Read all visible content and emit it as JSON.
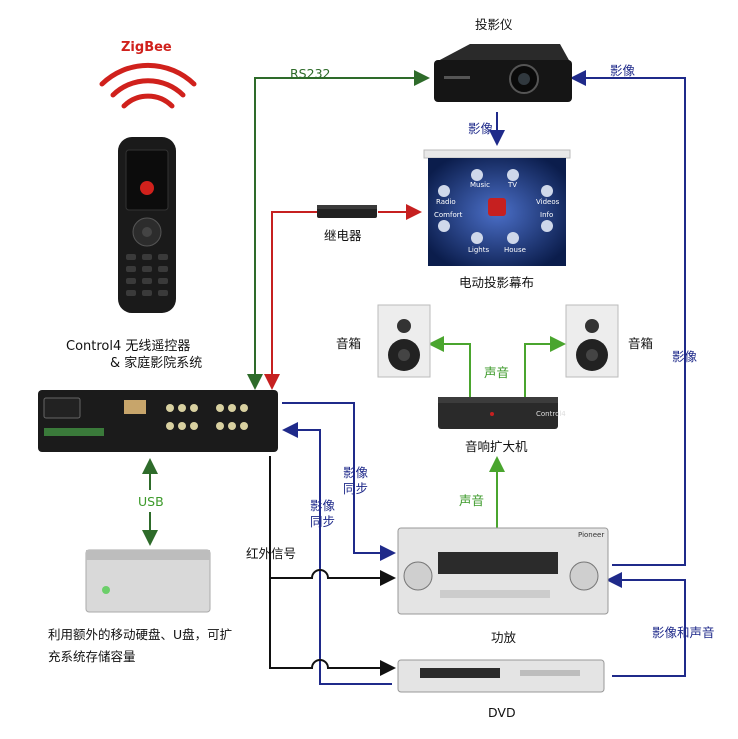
{
  "labels": {
    "zigbee": "ZigBee",
    "projector": "投影仪",
    "rs232": "RS232",
    "image_top_right": "影像",
    "image_down": "影像",
    "relay": "继电器",
    "screen": "电动投影幕布",
    "controller_line1": "Control4 无线遥控器",
    "controller_line2": "& 家庭影院系统",
    "speaker_left": "音箱",
    "speaker_right": "音箱",
    "sound_top": "声音",
    "amp": "音响扩大机",
    "image_right": "影像",
    "image_sync_1a": "影像",
    "image_sync_1b": "同步",
    "image_sync_2a": "影像",
    "image_sync_2b": "同步",
    "sound_mid": "声音",
    "usb": "USB",
    "ir_signal": "红外信号",
    "receiver": "功放",
    "image_and_sound": "影像和声音",
    "storage_line1": "利用额外的移动硬盘、U盘，可扩",
    "storage_line2": "充系统存储容量",
    "dvd": "DVD",
    "screen_menu": [
      "Music",
      "TV",
      "Radio",
      "Videos",
      "Comfort",
      "Info",
      "Lights",
      "House"
    ],
    "receiver_brand": "Pioneer",
    "amp_brand": "Control4"
  },
  "colors": {
    "green_arrow": "#4aa52e",
    "dark_green_arrow": "#2e6b2a",
    "red_arrow": "#c62020",
    "navy_arrow": "#1f2a8a",
    "black_line": "#111111"
  }
}
